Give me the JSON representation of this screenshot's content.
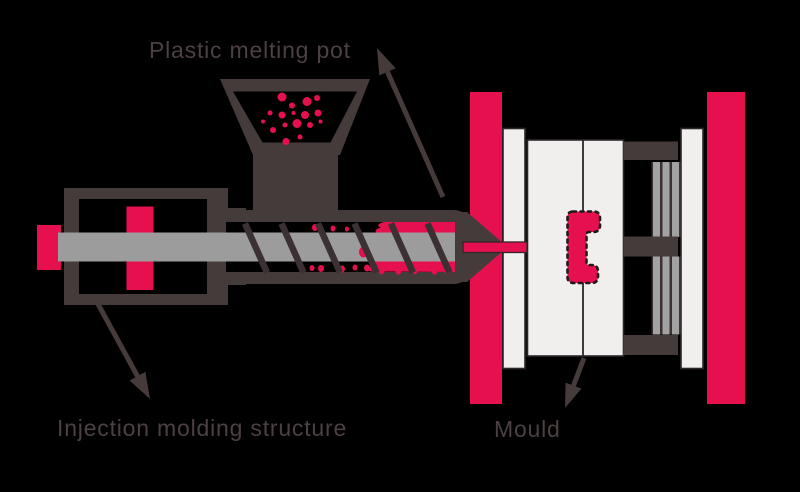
{
  "diagram": {
    "labels": {
      "melting_pot": "Plastic melting pot",
      "injection_structure": "Injection molding structure",
      "mould": "Mould"
    },
    "colors": {
      "background": "#000000",
      "machine": "#463b3b",
      "machine_deep": "#3b3132",
      "red": "#e5104d",
      "gray": "#9c9c9c",
      "pin_gray": "#a2a2a2",
      "white": "#f0efed",
      "outline": "#2e2728",
      "text": "#4c4042",
      "part_border": "#1f1b1b"
    }
  }
}
